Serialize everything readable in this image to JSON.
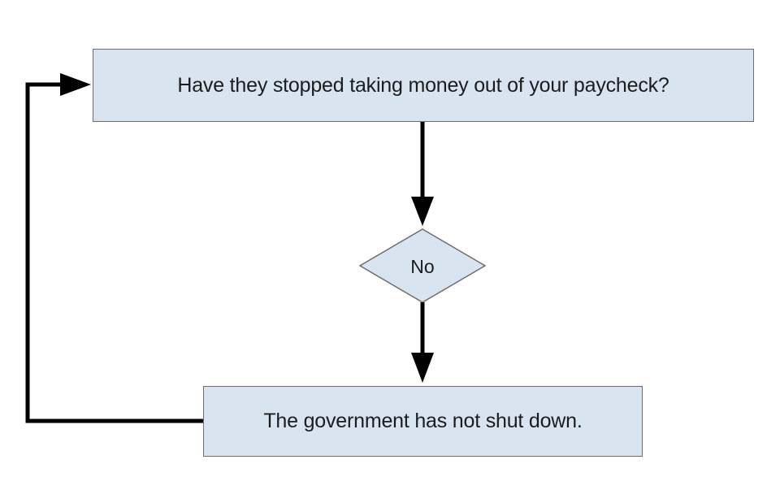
{
  "colors": {
    "box_fill": "#d9e4f1",
    "box_stroke": "#6e6e6e",
    "arrow": "#000000",
    "text": "#1c1c1c"
  },
  "flowchart": {
    "question": "Have they stopped taking money out of your paycheck?",
    "decision": "No",
    "result": "The government has not shut down."
  }
}
